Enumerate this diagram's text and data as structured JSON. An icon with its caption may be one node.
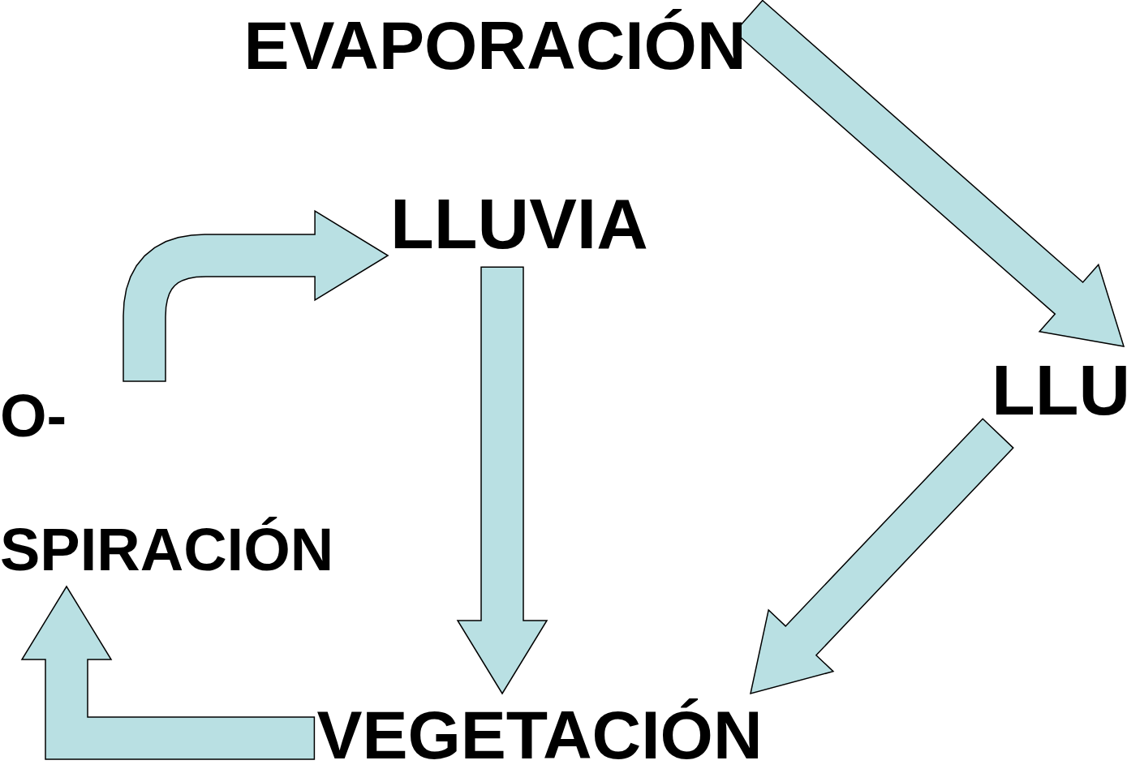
{
  "diagram": {
    "nodes": [
      {
        "text": [
          "EVAPORACIÓN"
        ]
      },
      {
        "text": [
          "LLUVIA"
        ]
      },
      {
        "text": [
          "LLU"
        ]
      },
      {
        "text": [
          "O-",
          "SPIRACIÓN"
        ]
      },
      {
        "text": [
          "VEGETACIÓN"
        ]
      }
    ],
    "edges": [
      {
        "from": 0,
        "to": 2,
        "arrow": "to"
      },
      {
        "from": 2,
        "to": 4,
        "arrow": "to"
      },
      {
        "from": 1,
        "to": 4,
        "arrow": "to"
      },
      {
        "from": 4,
        "to": 3,
        "arrow": "to"
      },
      {
        "from": 3,
        "to": 1,
        "arrow": "to"
      }
    ]
  }
}
